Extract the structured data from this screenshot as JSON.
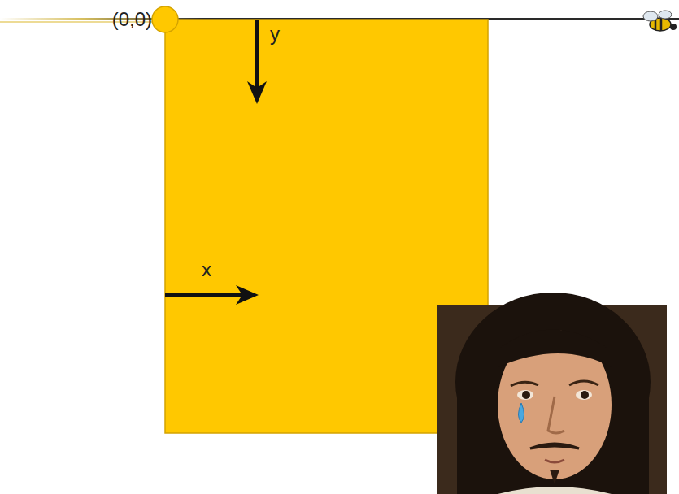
{
  "diagram": {
    "labels": [
      "(0,0)",
      "y",
      "x"
    ]
  }
}
